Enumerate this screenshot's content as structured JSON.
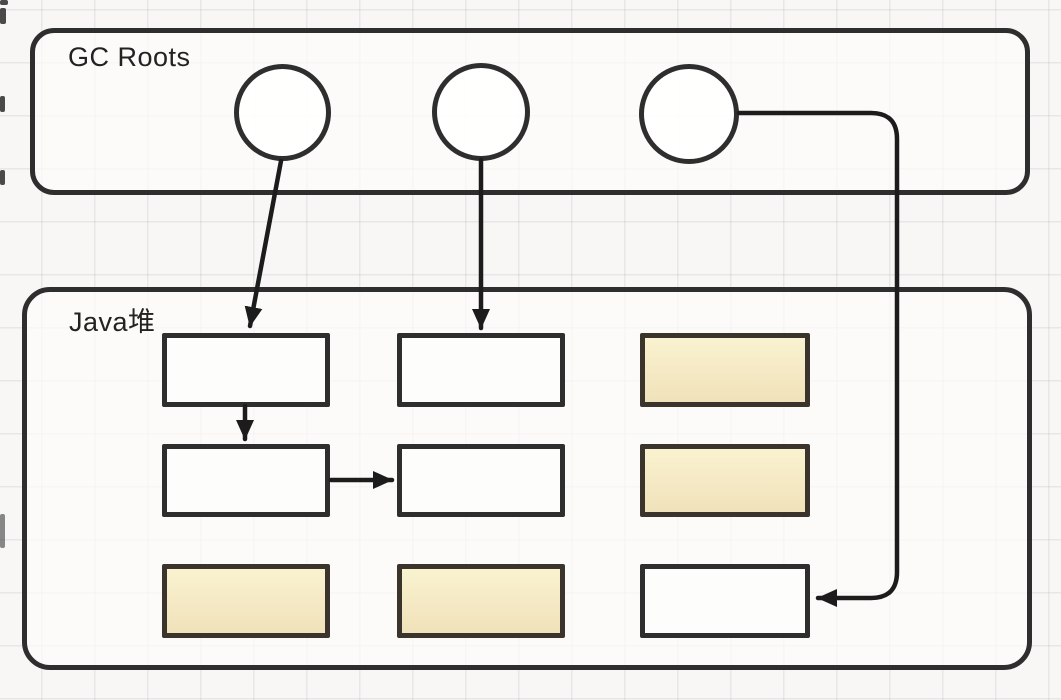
{
  "diagram": {
    "type": "gc-reachability",
    "gc_roots_panel": {
      "label": "GC Roots",
      "roots": [
        {
          "id": "root-1"
        },
        {
          "id": "root-2"
        },
        {
          "id": "root-3"
        }
      ]
    },
    "heap_panel": {
      "label": "Java堆",
      "objects": [
        {
          "id": "obj-r1c1",
          "row": 1,
          "col": 1,
          "state": "reachable"
        },
        {
          "id": "obj-r1c2",
          "row": 1,
          "col": 2,
          "state": "reachable"
        },
        {
          "id": "obj-r1c3",
          "row": 1,
          "col": 3,
          "state": "unreachable"
        },
        {
          "id": "obj-r2c1",
          "row": 2,
          "col": 1,
          "state": "reachable"
        },
        {
          "id": "obj-r2c2",
          "row": 2,
          "col": 2,
          "state": "reachable"
        },
        {
          "id": "obj-r2c3",
          "row": 2,
          "col": 3,
          "state": "unreachable"
        },
        {
          "id": "obj-r3c1",
          "row": 3,
          "col": 1,
          "state": "unreachable"
        },
        {
          "id": "obj-r3c2",
          "row": 3,
          "col": 2,
          "state": "unreachable"
        },
        {
          "id": "obj-r3c3",
          "row": 3,
          "col": 3,
          "state": "reachable"
        }
      ]
    },
    "edges": [
      {
        "from": "root-1",
        "to": "obj-r1c1"
      },
      {
        "from": "root-2",
        "to": "obj-r1c2"
      },
      {
        "from": "root-3",
        "to": "obj-r3c3"
      },
      {
        "from": "obj-r1c1",
        "to": "obj-r2c1"
      },
      {
        "from": "obj-r2c1",
        "to": "obj-r2c2"
      }
    ],
    "colors": {
      "reachable_fill": "#fdfdfc",
      "unreachable_fill_top": "#faf2d0",
      "unreachable_fill_bottom": "#f0e2ba",
      "stroke": "#2e2e2e",
      "arrow": "#1c1c1c"
    }
  }
}
